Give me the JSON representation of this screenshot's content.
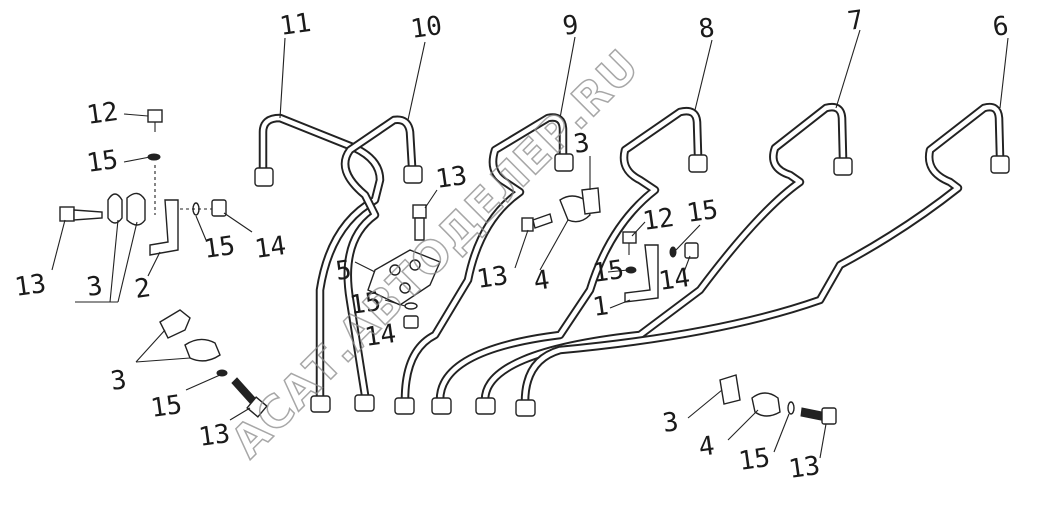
{
  "diagram": {
    "callouts": [
      {
        "id": "c-11",
        "text": "11"
      },
      {
        "id": "c-10",
        "text": "10"
      },
      {
        "id": "c-9",
        "text": "9"
      },
      {
        "id": "c-8",
        "text": "8"
      },
      {
        "id": "c-7",
        "text": "7"
      },
      {
        "id": "c-6",
        "text": "6"
      },
      {
        "id": "c-12a",
        "text": "12"
      },
      {
        "id": "c-15a",
        "text": "15"
      },
      {
        "id": "c-13a",
        "text": "13"
      },
      {
        "id": "c-3a",
        "text": "3"
      },
      {
        "id": "c-2",
        "text": "2"
      },
      {
        "id": "c-15b",
        "text": "15"
      },
      {
        "id": "c-14a",
        "text": "14"
      },
      {
        "id": "c-13b",
        "text": "13"
      },
      {
        "id": "c-5",
        "text": "5"
      },
      {
        "id": "c-15c",
        "text": "15"
      },
      {
        "id": "c-14b",
        "text": "14"
      },
      {
        "id": "c-3b",
        "text": "3"
      },
      {
        "id": "c-13c",
        "text": "13"
      },
      {
        "id": "c-4a",
        "text": "4"
      },
      {
        "id": "c-12b",
        "text": "12"
      },
      {
        "id": "c-15d",
        "text": "15"
      },
      {
        "id": "c-15e",
        "text": "15"
      },
      {
        "id": "c-14c",
        "text": "14"
      },
      {
        "id": "c-1",
        "text": "1"
      },
      {
        "id": "c-3c",
        "text": "3"
      },
      {
        "id": "c-15f",
        "text": "15"
      },
      {
        "id": "c-13d",
        "text": "13"
      },
      {
        "id": "c-3d",
        "text": "3"
      },
      {
        "id": "c-4b",
        "text": "4"
      },
      {
        "id": "c-15g",
        "text": "15"
      },
      {
        "id": "c-13e",
        "text": "13"
      }
    ]
  },
  "watermark": {
    "text": "АСАТ.АВТОДЕЛЕР.RU"
  }
}
